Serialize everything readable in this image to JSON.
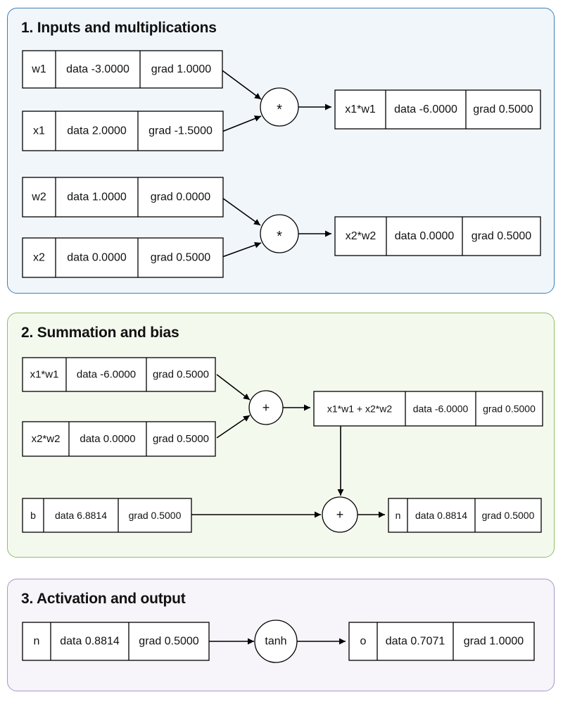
{
  "sections": [
    {
      "title": "1. Inputs and multiplications"
    },
    {
      "title": "2. Summation and bias"
    },
    {
      "title": "3. Activation and output"
    }
  ],
  "colors": {
    "section_1_border": "#3f7fb8",
    "section_1_fill": "#f1f6fb",
    "section_2_border": "#8cc06a",
    "section_2_fill": "#f4f9ee",
    "section_3_border": "#a996c9",
    "section_3_fill": "#f7f4fa"
  },
  "nodes": [
    {
      "id": "w1",
      "label": "w1",
      "data": "data -3.0000",
      "grad": "grad 1.0000"
    },
    {
      "id": "x1",
      "label": "x1",
      "data": "data 2.0000",
      "grad": "grad -1.5000"
    },
    {
      "id": "x1w1",
      "label": "x1*w1",
      "data": "data -6.0000",
      "grad": "grad 0.5000"
    },
    {
      "id": "w2",
      "label": "w2",
      "data": "data 1.0000",
      "grad": "grad 0.0000"
    },
    {
      "id": "x2",
      "label": "x2",
      "data": "data 0.0000",
      "grad": "grad 0.5000"
    },
    {
      "id": "x2w2",
      "label": "x2*w2",
      "data": "data 0.0000",
      "grad": "grad 0.5000"
    },
    {
      "id": "x1w1_s2",
      "label": "x1*w1",
      "data": "data -6.0000",
      "grad": "grad 0.5000"
    },
    {
      "id": "x2w2_s2",
      "label": "x2*w2",
      "data": "data 0.0000",
      "grad": "grad 0.5000"
    },
    {
      "id": "sum",
      "label": "x1*w1 + x2*w2",
      "data": "data -6.0000",
      "grad": "grad 0.5000"
    },
    {
      "id": "b",
      "label": "b",
      "data": "data 6.8814",
      "grad": "grad 0.5000"
    },
    {
      "id": "n",
      "label": "n",
      "data": "data 0.8814",
      "grad": "grad 0.5000"
    },
    {
      "id": "n_s3",
      "label": "n",
      "data": "data 0.8814",
      "grad": "grad 0.5000"
    },
    {
      "id": "o",
      "label": "o",
      "data": "data 0.7071",
      "grad": "grad 1.0000"
    }
  ],
  "ops": [
    {
      "id": "mul1",
      "symbol": "*"
    },
    {
      "id": "mul2",
      "symbol": "*"
    },
    {
      "id": "add1",
      "symbol": "+"
    },
    {
      "id": "add2",
      "symbol": "+"
    },
    {
      "id": "tanh",
      "symbol": "tanh"
    }
  ],
  "edges": [
    {
      "from": "w1",
      "to": "mul1"
    },
    {
      "from": "x1",
      "to": "mul1"
    },
    {
      "from": "mul1",
      "to": "x1w1"
    },
    {
      "from": "w2",
      "to": "mul2"
    },
    {
      "from": "x2",
      "to": "mul2"
    },
    {
      "from": "mul2",
      "to": "x2w2"
    },
    {
      "from": "x1w1_s2",
      "to": "add1"
    },
    {
      "from": "x2w2_s2",
      "to": "add1"
    },
    {
      "from": "add1",
      "to": "sum"
    },
    {
      "from": "sum",
      "to": "add2"
    },
    {
      "from": "b",
      "to": "add2"
    },
    {
      "from": "add2",
      "to": "n"
    },
    {
      "from": "n_s3",
      "to": "tanh"
    },
    {
      "from": "tanh",
      "to": "o"
    }
  ]
}
